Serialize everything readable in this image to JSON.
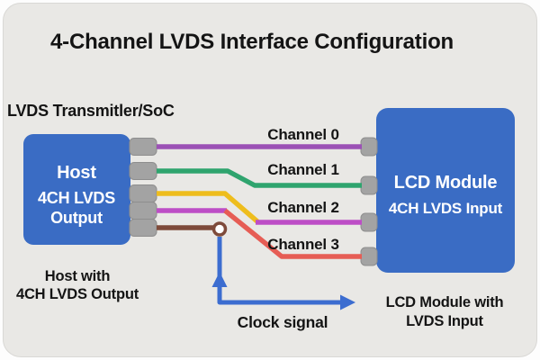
{
  "title": "4-Channel LVDS Interface Configuration",
  "transmitter_label": "LVDS Transmitler/SoC",
  "host_block": {
    "title": "Host",
    "subtitle_line1": "4CH LVDS",
    "subtitle_line2": "Output"
  },
  "host_caption": {
    "line1": "Host with",
    "line2": "4CH LVDS Output"
  },
  "lcd_block": {
    "title": "LCD Module",
    "subtitle": "4CH LVDS Input"
  },
  "lcd_caption": {
    "line1": "LCD Module with",
    "line2": "LVDS Input"
  },
  "channels": [
    {
      "label": "Channel 0",
      "color": "#9b51b5"
    },
    {
      "label": "Channel 1",
      "color": "#2fa46e"
    },
    {
      "label": "Channel 2",
      "color_start": "#eebd1d",
      "color_end": "#bd4ec6"
    },
    {
      "label": "Channel 3",
      "color_start": "#bd4ec6",
      "color_end": "#e65d55"
    }
  ],
  "clock": {
    "label": "Clock signal",
    "wire_color": "#7e4a3a",
    "arrow_color": "#3c6dd0"
  },
  "colors": {
    "block_fill": "#3a6cc4",
    "pin_fill": "#a3a3a3",
    "canvas_bg": "#e9e8e5",
    "text": "#141414"
  }
}
